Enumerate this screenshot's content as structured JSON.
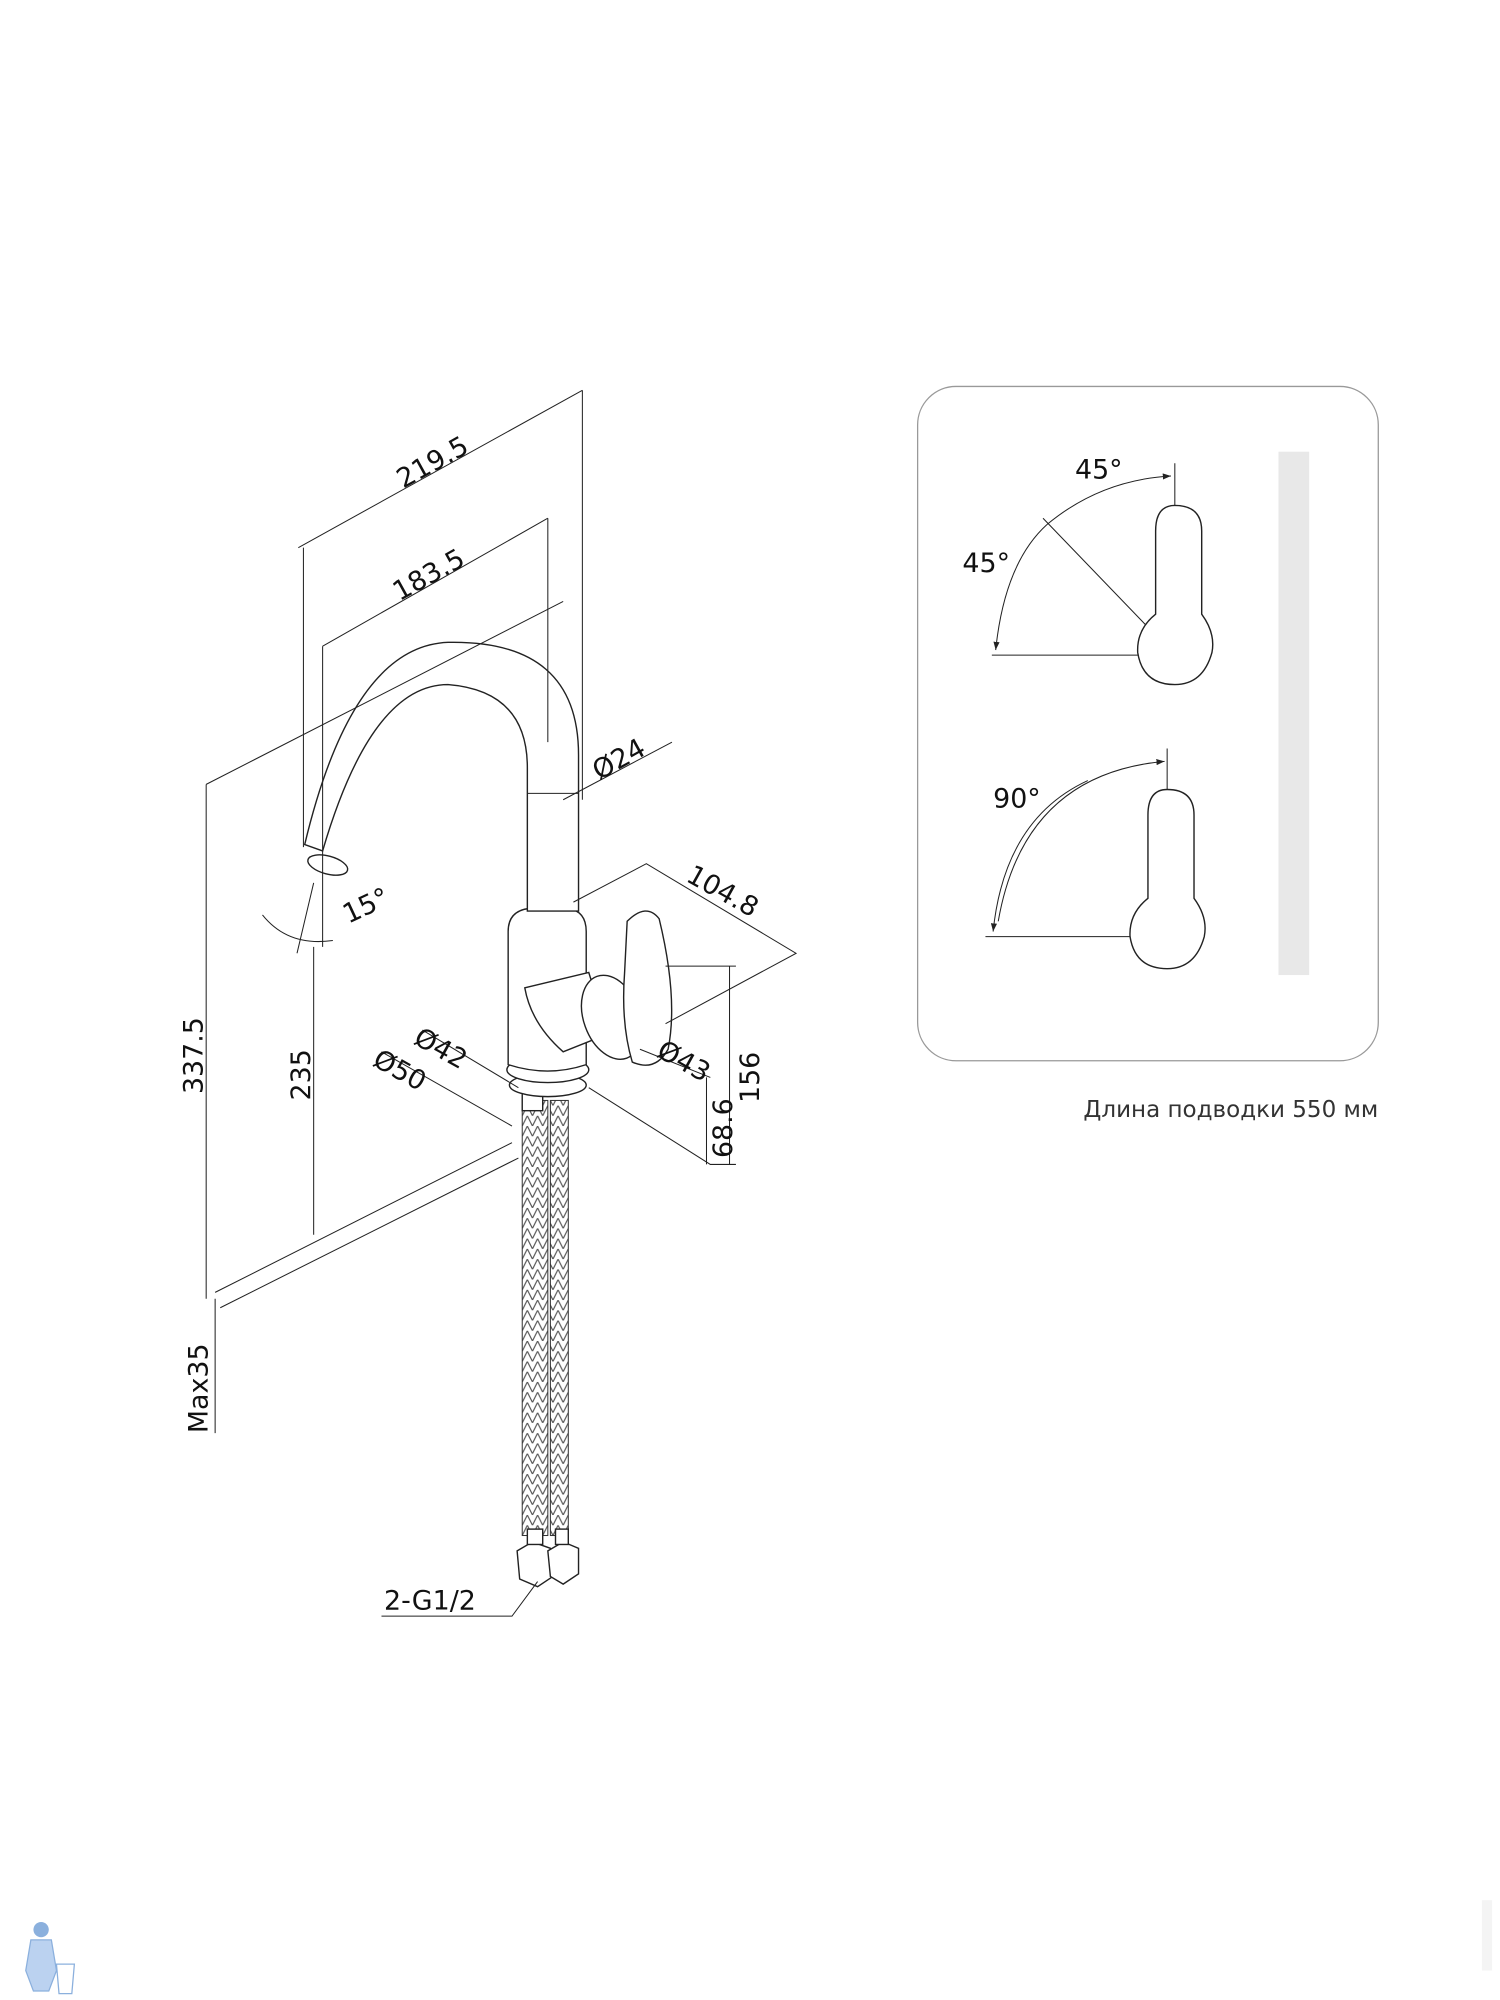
{
  "drawing": {
    "dimensions": {
      "spout_reach_outer": "219.5",
      "spout_reach_inner": "183.5",
      "spout_diameter": "Ø24",
      "total_height": "337.5",
      "spout_height": "235",
      "spout_angle": "15°",
      "base_diameter_42": "Ø42",
      "base_diameter_50": "Ø50",
      "handle_reach": "104.8",
      "handle_diameter": "Ø43",
      "handle_height": "156",
      "body_height": "68.6",
      "max_countertop": "Max35",
      "connection": "2-G1/2"
    },
    "rotation_panel": {
      "angle_top_1": "45°",
      "angle_top_2": "45°",
      "angle_bottom": "90°"
    },
    "caption": "Длина подводки 550 мм"
  },
  "colors": {
    "line": "#222222",
    "panel_border": "#999999",
    "bar": "#e8e8e8",
    "logo": "#5b8fd0"
  }
}
